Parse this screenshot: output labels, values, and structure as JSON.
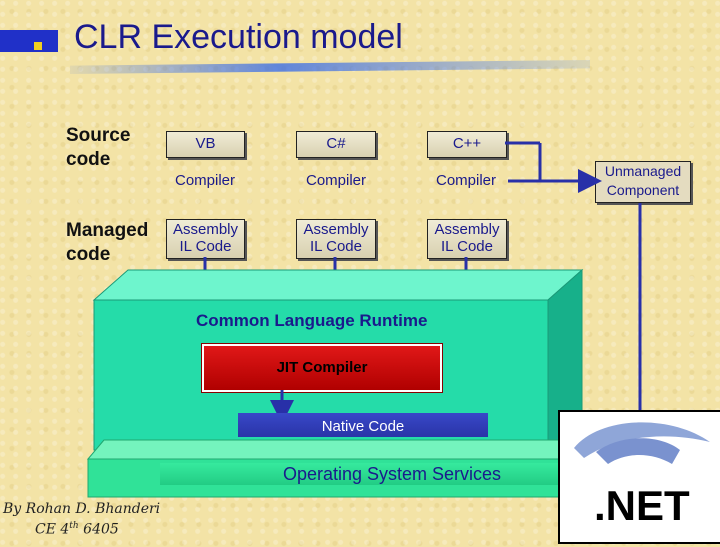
{
  "title": "CLR Execution model",
  "labels": {
    "source_code": [
      "Source",
      "code"
    ],
    "managed_code": [
      "Managed",
      "code"
    ]
  },
  "languages": [
    {
      "name": "VB",
      "compiler": "Compiler",
      "assembly": [
        "Assembly",
        "IL Code"
      ]
    },
    {
      "name": "C#",
      "compiler": "Compiler",
      "assembly": [
        "Assembly",
        "IL Code"
      ]
    },
    {
      "name": "C++",
      "compiler": "Compiler",
      "assembly": [
        "Assembly",
        "IL Code"
      ]
    }
  ],
  "unmanaged": [
    "Unmanaged",
    "Component"
  ],
  "clr": "Common Language Runtime",
  "jit": "JIT Compiler",
  "native": "Native Code",
  "os": "Operating System Services",
  "author": {
    "line1": "By Rohan D. Bhanderi",
    "line2_prefix": "CE 4",
    "line2_sup": "th",
    "line2_suffix": " 6405"
  },
  "logo_text": ".NET",
  "colors": {
    "title": "#1a1a8c",
    "clr": "#2ee6b4",
    "jit": "#e01818",
    "native": "#3040c0",
    "os": "#36ea9e",
    "arrow": "#2830a8"
  }
}
